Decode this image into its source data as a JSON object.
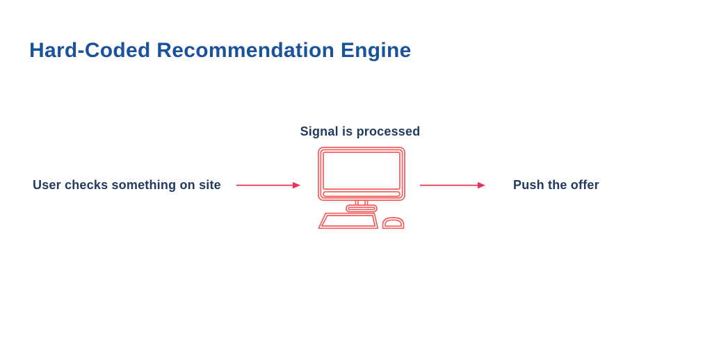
{
  "title": {
    "text": "Hard-Coded Recommendation Engine"
  },
  "flow": {
    "steps": [
      {
        "type": "label",
        "label": "User checks something on site"
      },
      {
        "type": "arrow",
        "icon": "arrow-right-icon"
      },
      {
        "type": "node",
        "label": "Signal is processed",
        "icon": "desktop-computer-icon"
      },
      {
        "type": "arrow",
        "icon": "arrow-right-icon"
      },
      {
        "type": "label",
        "label": "Push the offer"
      }
    ]
  },
  "colors": {
    "background": "#FFFFFF",
    "title-blue": "#1A529B",
    "text-navy": "#223A5F",
    "arrow-red": "#E73253",
    "icon-red": "#F05C5C"
  }
}
